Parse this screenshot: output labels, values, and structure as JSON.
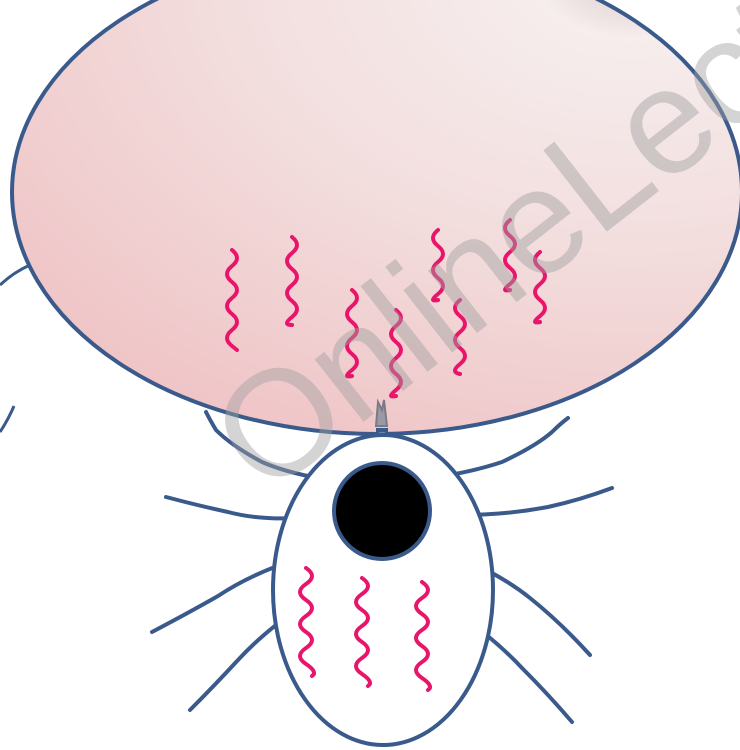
{
  "watermark": "OnlineLecture",
  "colors": {
    "outline": "#3a5a8c",
    "host_fill_light": "#fbf1f1",
    "host_fill_dark": "#efc4c6",
    "organism": "#e8156b",
    "tick_head": "#000000",
    "tick_body": "#ffffff"
  },
  "elements": {
    "host": "host-ellipse",
    "tick": "tick-body",
    "mouthparts": "tick-mouthparts",
    "pathogens_host": "spirochetes-in-host",
    "pathogens_tick": "spirochetes-in-tick"
  }
}
